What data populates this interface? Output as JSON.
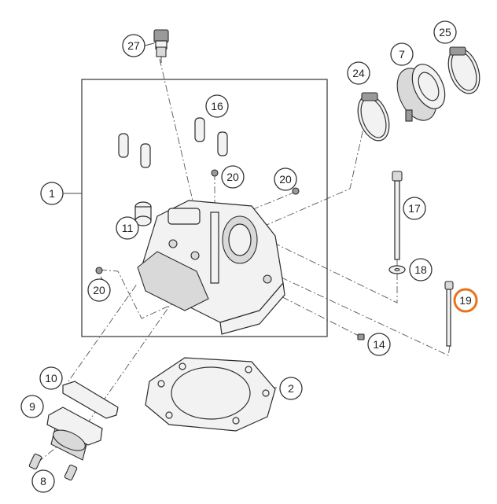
{
  "callouts": [
    {
      "label": "1"
    },
    {
      "label": "2"
    },
    {
      "label": "7"
    },
    {
      "label": "8"
    },
    {
      "label": "9"
    },
    {
      "label": "10"
    },
    {
      "label": "11"
    },
    {
      "label": "14"
    },
    {
      "label": "16"
    },
    {
      "label": "17"
    },
    {
      "label": "18"
    },
    {
      "label": "19",
      "highlighted": true
    },
    {
      "label": "20"
    },
    {
      "label": "20"
    },
    {
      "label": "20"
    },
    {
      "label": "24"
    },
    {
      "label": "25"
    },
    {
      "label": "27"
    }
  ],
  "colors": {
    "highlight": "#e8731e",
    "line": "#333333",
    "part_fill": "#f2f2f2"
  }
}
